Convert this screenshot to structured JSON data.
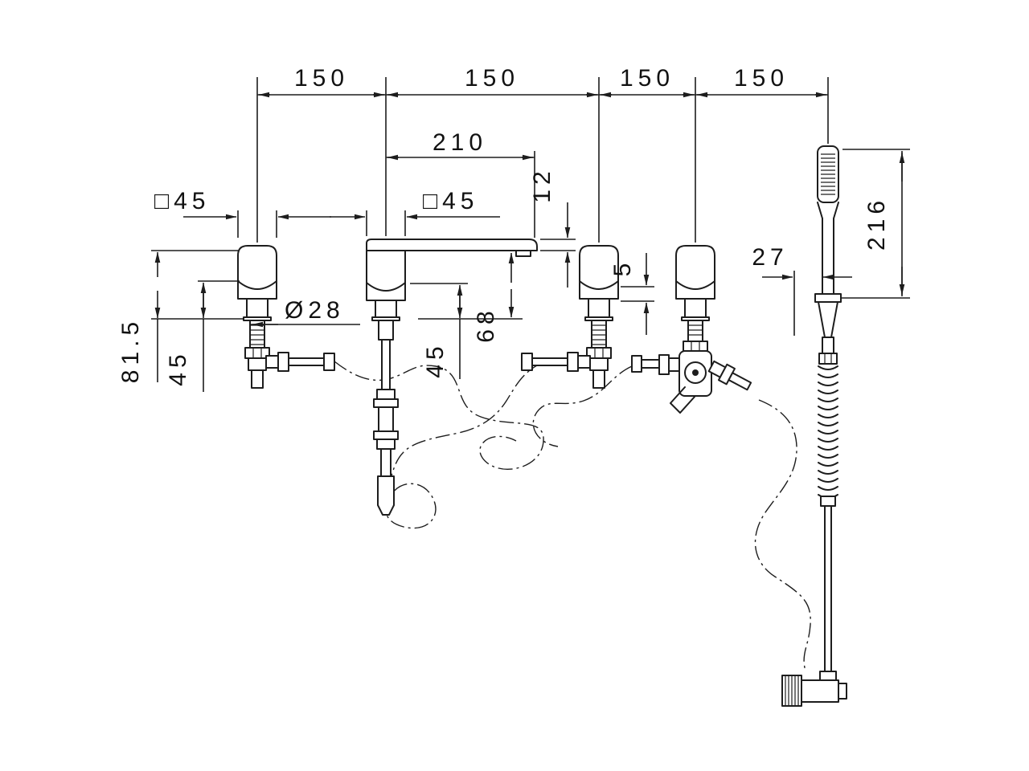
{
  "meta": {
    "title": "Deck-mounted bath mixer with handshower - dimensioned technical drawing"
  },
  "dims": {
    "spacing": [
      "150",
      "150",
      "150",
      "150"
    ],
    "spout_reach": "210",
    "square_left": "□45",
    "square_mid": "□45",
    "spout_tip_thickness": "12",
    "step_height": "5",
    "spout_height": "68",
    "body_height_mid": "45",
    "body_height_left": "45",
    "total_height_left": "81.5",
    "shank_diameter": "Ø28",
    "shower_offset": "27",
    "shower_height": "216"
  },
  "colors": {
    "line": "#1d1d1d",
    "background": "#ffffff"
  }
}
